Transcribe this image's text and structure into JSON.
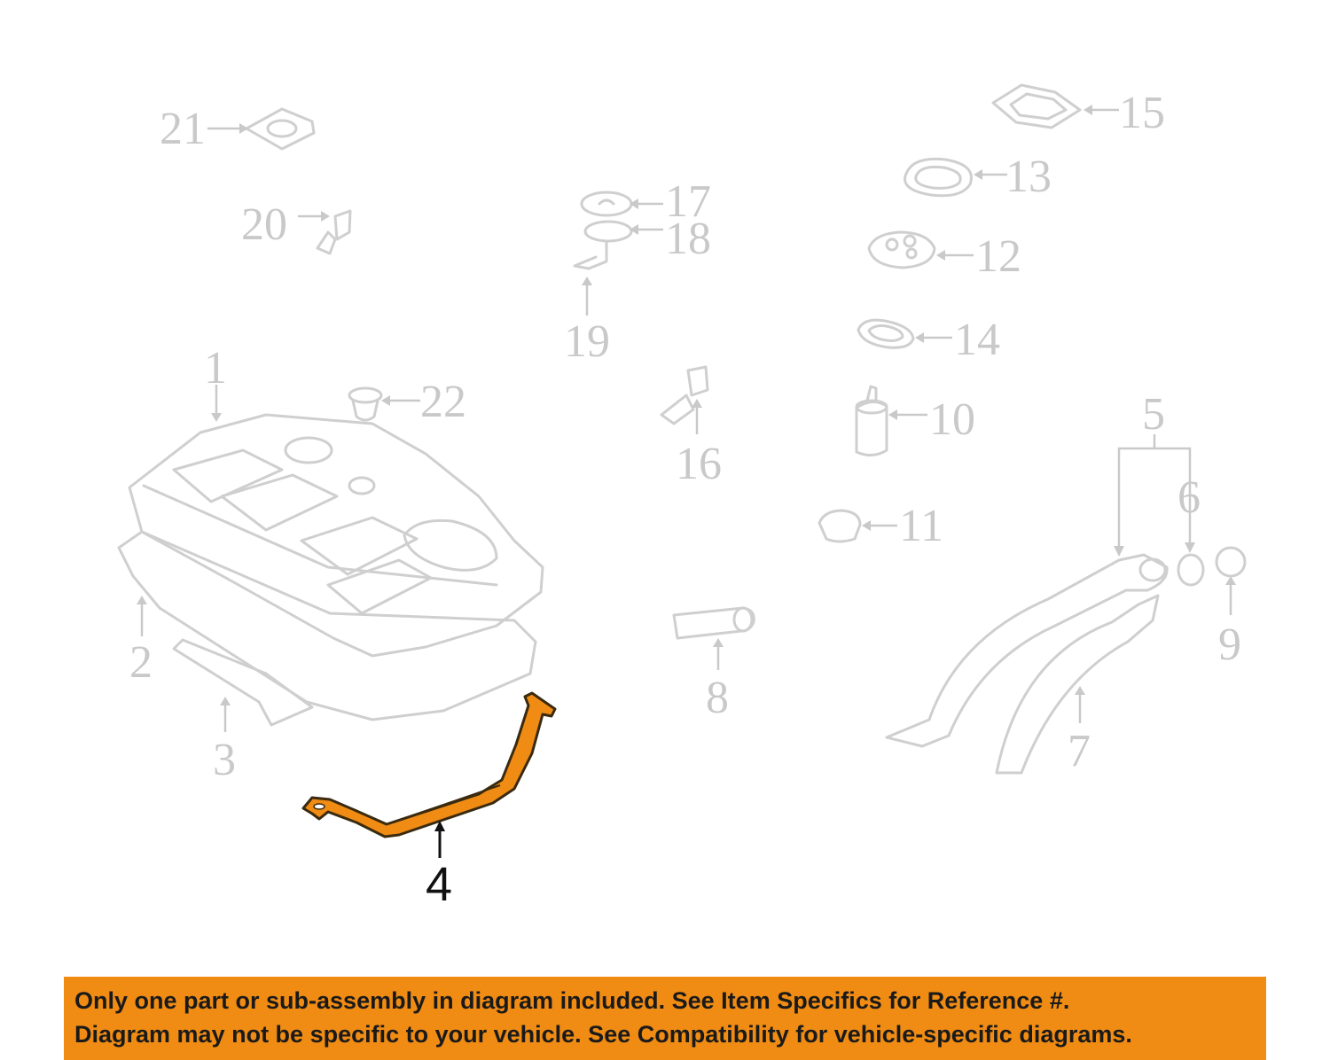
{
  "diagram": {
    "highlight_color": "#f08c14",
    "ghost_color": "#c9c9c9",
    "callouts": [
      {
        "id": "1",
        "label": "1"
      },
      {
        "id": "2",
        "label": "2"
      },
      {
        "id": "3",
        "label": "3"
      },
      {
        "id": "4",
        "label": "4",
        "highlighted": true
      },
      {
        "id": "5",
        "label": "5"
      },
      {
        "id": "6",
        "label": "6"
      },
      {
        "id": "7",
        "label": "7"
      },
      {
        "id": "8",
        "label": "8"
      },
      {
        "id": "9",
        "label": "9"
      },
      {
        "id": "10",
        "label": "10"
      },
      {
        "id": "11",
        "label": "11"
      },
      {
        "id": "12",
        "label": "12"
      },
      {
        "id": "13",
        "label": "13"
      },
      {
        "id": "14",
        "label": "14"
      },
      {
        "id": "15",
        "label": "15"
      },
      {
        "id": "16",
        "label": "16"
      },
      {
        "id": "17",
        "label": "17"
      },
      {
        "id": "18",
        "label": "18"
      },
      {
        "id": "19",
        "label": "19"
      },
      {
        "id": "20",
        "label": "20"
      },
      {
        "id": "21",
        "label": "21"
      },
      {
        "id": "22",
        "label": "22"
      }
    ]
  },
  "notice": {
    "line1": "Only one part or sub-assembly in diagram included. See Item Specifics for Reference #.",
    "line2": "Diagram may not be specific to your vehicle. See Compatibility for vehicle-specific diagrams."
  }
}
